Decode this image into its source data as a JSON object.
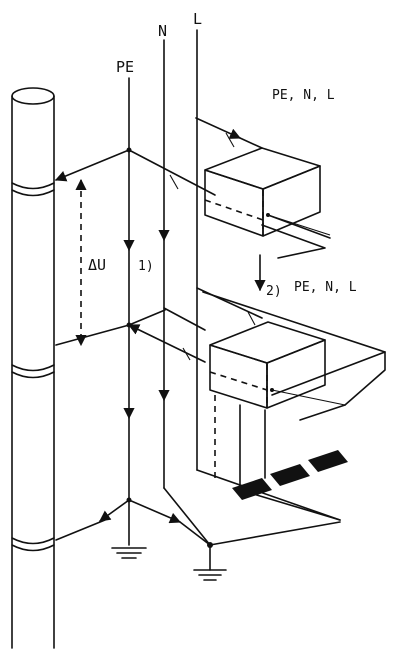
{
  "labels": {
    "pe": "PE",
    "n": "N",
    "l": "L",
    "group_top": "PE, N, L",
    "group_bottom": "PE, N, L",
    "delta_u": "ΔU",
    "path1": "1)",
    "path2": "2)"
  }
}
